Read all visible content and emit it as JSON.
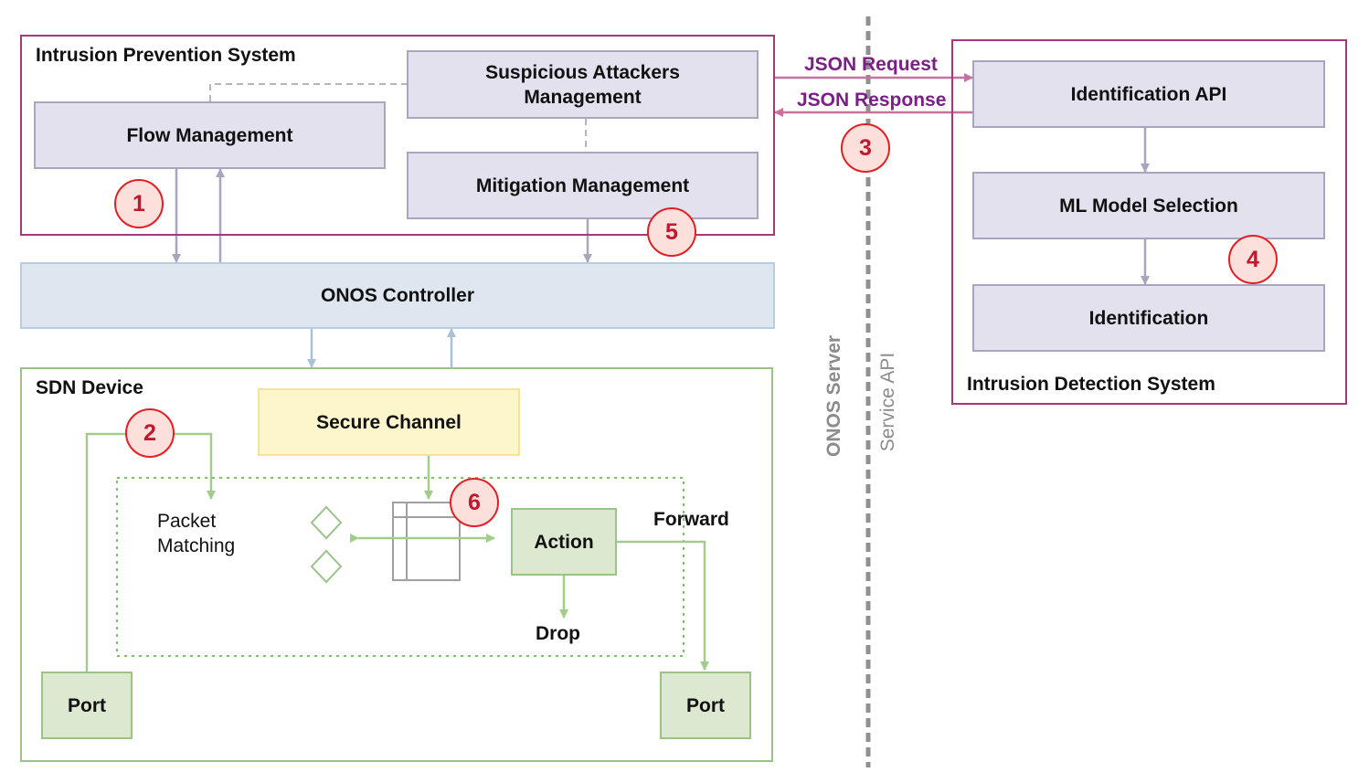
{
  "ips": {
    "title": "Intrusion Prevention System",
    "suspicious": "Suspicious Attackers Management",
    "flow": "Flow Management",
    "mitigation": "Mitigation Management"
  },
  "onos": {
    "controller": "ONOS Controller"
  },
  "sdn": {
    "title": "SDN Device",
    "secure_channel": "Secure Channel",
    "packet_matching": "Packet Matching",
    "action": "Action",
    "forward": "Forward",
    "drop": "Drop",
    "port_left": "Port",
    "port_right": "Port"
  },
  "ids": {
    "title": "Intrusion Detection System",
    "api": "Identification API",
    "ml": "ML Model Selection",
    "identification": "Identification"
  },
  "links": {
    "request": "JSON Request",
    "response": "JSON Response"
  },
  "divider": {
    "onos_server": "ONOS Server",
    "service_api": "Service API"
  },
  "badges": [
    "1",
    "2",
    "3",
    "4",
    "5",
    "6"
  ],
  "colors": {
    "ips_border": "#a33a7b",
    "sdn_border": "#9bc288",
    "json_text": "#7b1f87",
    "badge_border": "#e21f23",
    "badge_text": "#c0182c"
  }
}
